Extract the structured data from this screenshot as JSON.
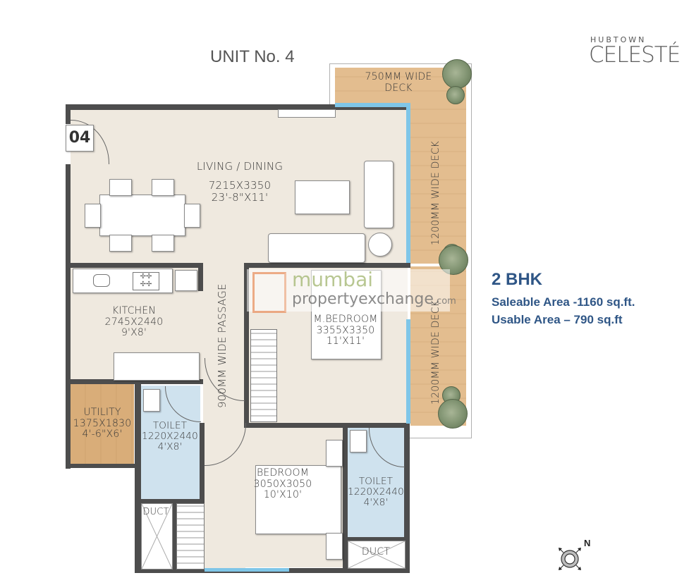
{
  "brand": {
    "small": "HUBTOWN",
    "large": "CELESTÉ"
  },
  "unit_title": "UNIT No. 4",
  "unit_badge": "04",
  "summary": {
    "type": "2 BHK",
    "saleable": "Saleable Area -1160 sq.ft.",
    "usable": "Usable Area – 790 sq.ft"
  },
  "watermark": {
    "line1": "mumbai",
    "line2": "propertyexchange",
    "suffix": ".com"
  },
  "rooms": {
    "living": {
      "name": "LIVING / DINING",
      "mm": "7215X3350",
      "ft": "23'-8\"X11'"
    },
    "kitchen": {
      "name": "KITCHEN",
      "mm": "2745X2440",
      "ft": "9'X8'"
    },
    "master_bedroom": {
      "name": "M.BEDROOM",
      "mm": "3355X3350",
      "ft": "11'X11'"
    },
    "bedroom": {
      "name": "BEDROOM",
      "mm": "3050X3050",
      "ft": "10'X10'"
    },
    "utility": {
      "name": "UTILITY",
      "mm": "1375X1830",
      "ft": "4'-6\"X6'"
    },
    "toilet1": {
      "name": "TOILET",
      "mm": "1220X2440",
      "ft": "4'X8'"
    },
    "toilet2": {
      "name": "TOILET",
      "mm": "1220X2440",
      "ft": "4'X8'"
    },
    "duct1": {
      "name": "DUCT"
    },
    "duct2": {
      "name": "DUCT"
    }
  },
  "decks": {
    "top": {
      "line1": "750MM WIDE",
      "line2": "DECK"
    },
    "right_upper": "1200MM WIDE DECK",
    "right_lower": "1200MM WIDE DECK"
  },
  "passage": "900MM WIDE PASSAGE",
  "compass": {
    "label": "N"
  },
  "colors": {
    "floor": "#efe9df",
    "wall": "#4d4d4d",
    "glass": "#7fc6e8",
    "deck": "#e3bd8f",
    "toilet_tile": "#cfe2ee",
    "info_text": "#2f5686"
  }
}
